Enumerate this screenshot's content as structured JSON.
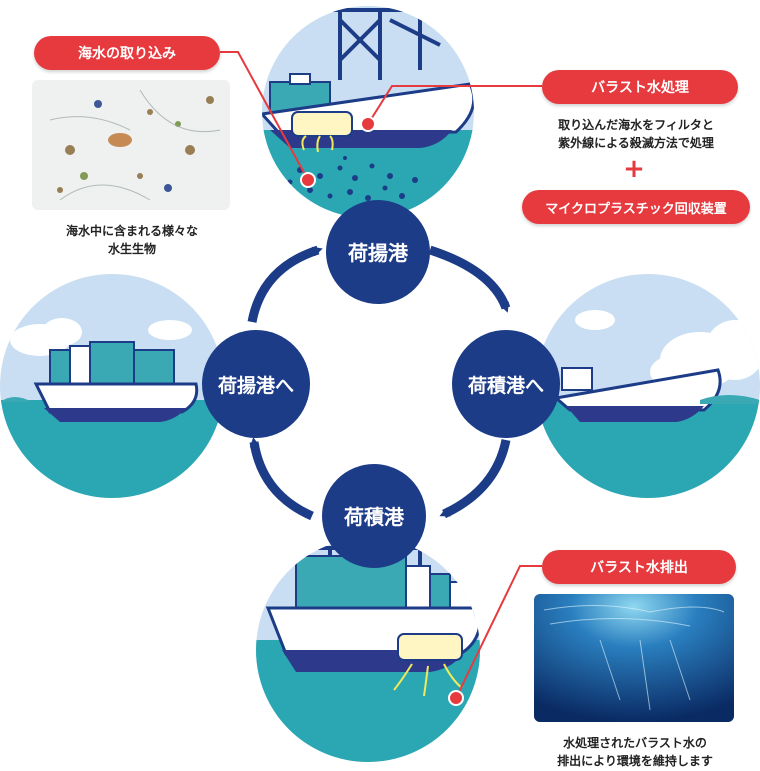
{
  "hubs": {
    "top": "荷揚港",
    "right": "荷積港へ",
    "bottom": "荷積港",
    "left": "荷揚港へ"
  },
  "callouts": {
    "intake": {
      "label": "海水の取り込み",
      "caption_line1": "海水中に含まれる様々な",
      "caption_line2": "水生生物"
    },
    "treatment": {
      "label": "バラスト水処理",
      "caption_line1": "取り込んだ海水をフィルタと",
      "caption_line2": "紫外線による殺滅方法で処理",
      "plus": "+",
      "addon": "マイクロプラスチック回収装置"
    },
    "discharge": {
      "label": "バラスト水排出",
      "caption_line1": "水処理されたバラスト水の",
      "caption_line2": "排出により環境を維持します"
    }
  },
  "colors": {
    "navy": "#1d3c88",
    "red": "#e63a3f",
    "sky": "#c9def2",
    "sea": "#2aa7b3",
    "hull": "#2d3a8c",
    "container": "#3aa9b4"
  }
}
